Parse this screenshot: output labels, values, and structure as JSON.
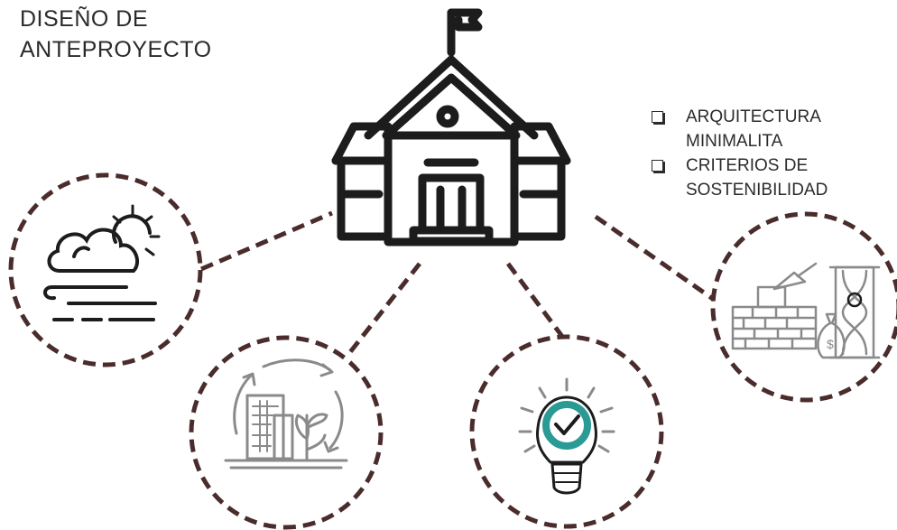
{
  "title": {
    "line1": "DISEÑO DE",
    "line2": "ANTEPROYECTO"
  },
  "checklist": [
    {
      "line1": "ARQUITECTURA",
      "line2": "MINIMALITA"
    },
    {
      "line1": "CRITERIOS DE",
      "line2": "SOSTENIBILIDAD"
    }
  ],
  "icons": {
    "center": "school-building-icon",
    "climate": "weather-wind-icon",
    "sustainable_city": "city-recycle-icon",
    "idea": "lightbulb-check-icon",
    "construction_cost": "bricks-money-hourglass-icon"
  },
  "colors": {
    "connector": "#4a2c2c",
    "icon_stroke": "#1c1c1c",
    "light_icon_stroke": "#8a8a8a",
    "accent": "#2a9a95",
    "text": "#2b2b2b"
  }
}
